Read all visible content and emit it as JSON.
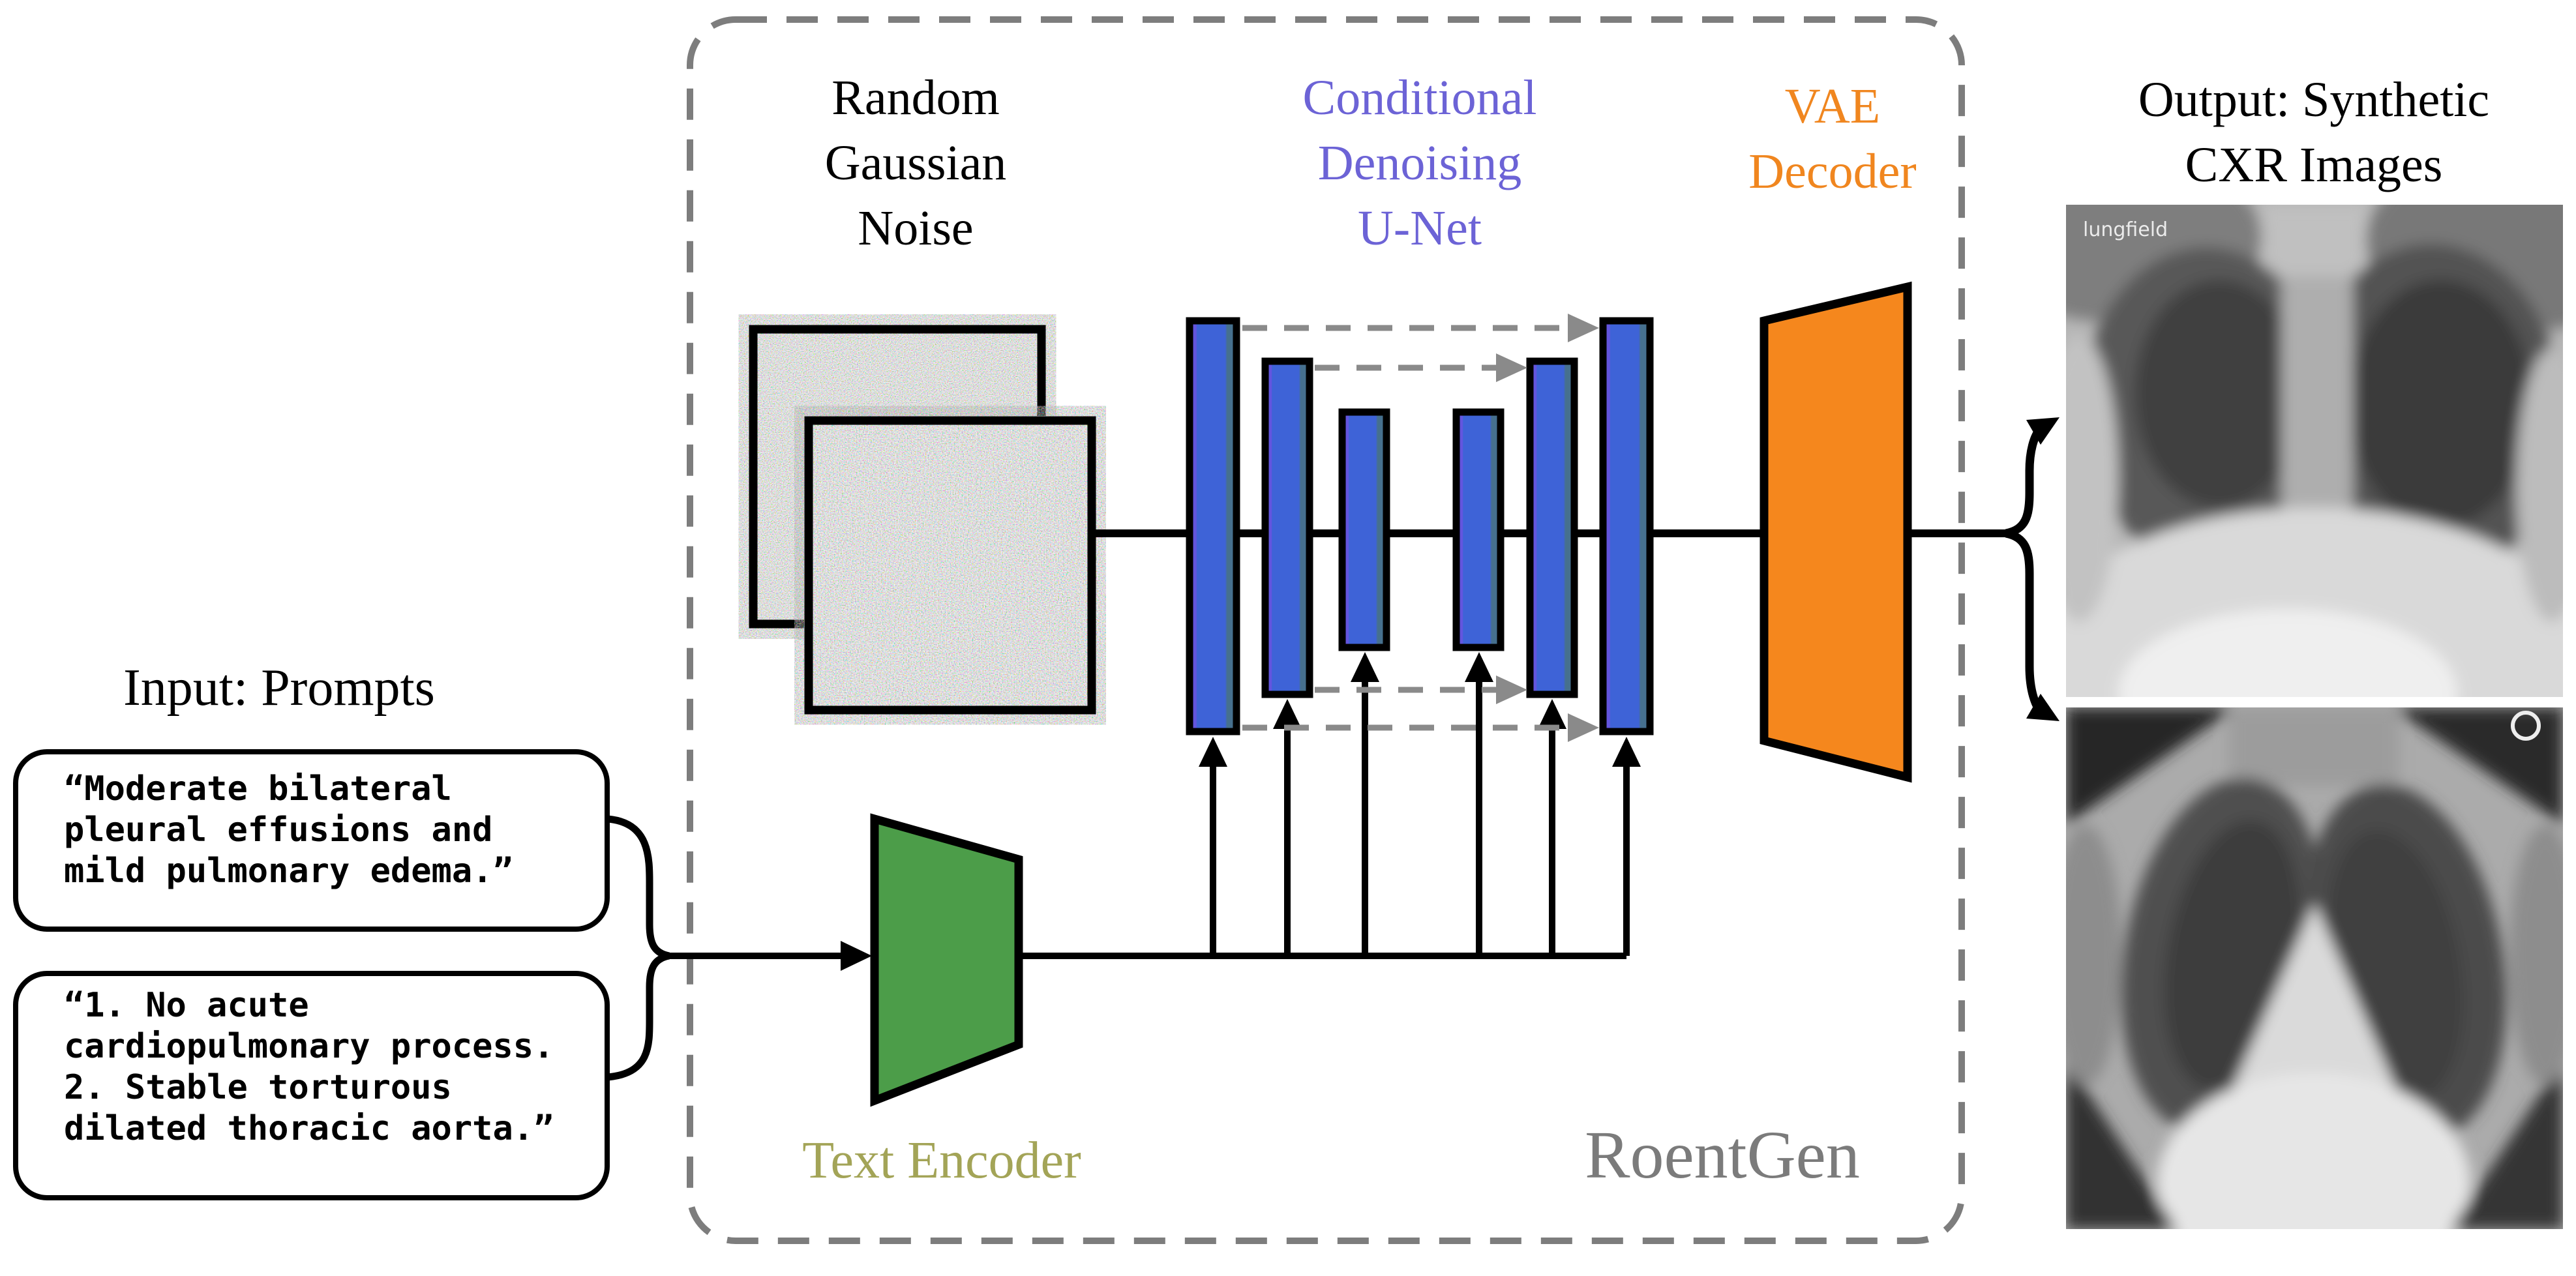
{
  "colors": {
    "unet": "#6c63d6",
    "vae": "#f0861f",
    "text_encoder": "#a3a457",
    "model_name": "#7b7b7b",
    "bar_purple": "#6355de",
    "bar_blue": "#3e63d7",
    "bar_teal": "#46708e",
    "encoder_green": "#4c9d49",
    "decoder_orange": "#f5871d",
    "dashed_gray": "#7d7d7d",
    "skip_gray": "#8a8a8a",
    "line_black": "#000000"
  },
  "titles": {
    "noise": [
      "Random",
      "Gaussian",
      "Noise"
    ],
    "unet": [
      "Conditional",
      "Denoising",
      "U-Net"
    ],
    "vae": [
      "VAE",
      "Decoder"
    ],
    "output": [
      "Output: Synthetic",
      "CXR Images"
    ]
  },
  "labels": {
    "input": "Input: Prompts",
    "text_encoder": "Text Encoder",
    "model_name": "RoentGen"
  },
  "prompts": {
    "box1": [
      "“Moderate bilateral",
      "pleural effusions and",
      "mild pulmonary edema.”"
    ],
    "box2": [
      "“1. No acute",
      "cardiopulmonary process.",
      "2. Stable torturous",
      "dilated thoracic aorta.”"
    ]
  },
  "xray": {
    "marker": "lungfield"
  }
}
